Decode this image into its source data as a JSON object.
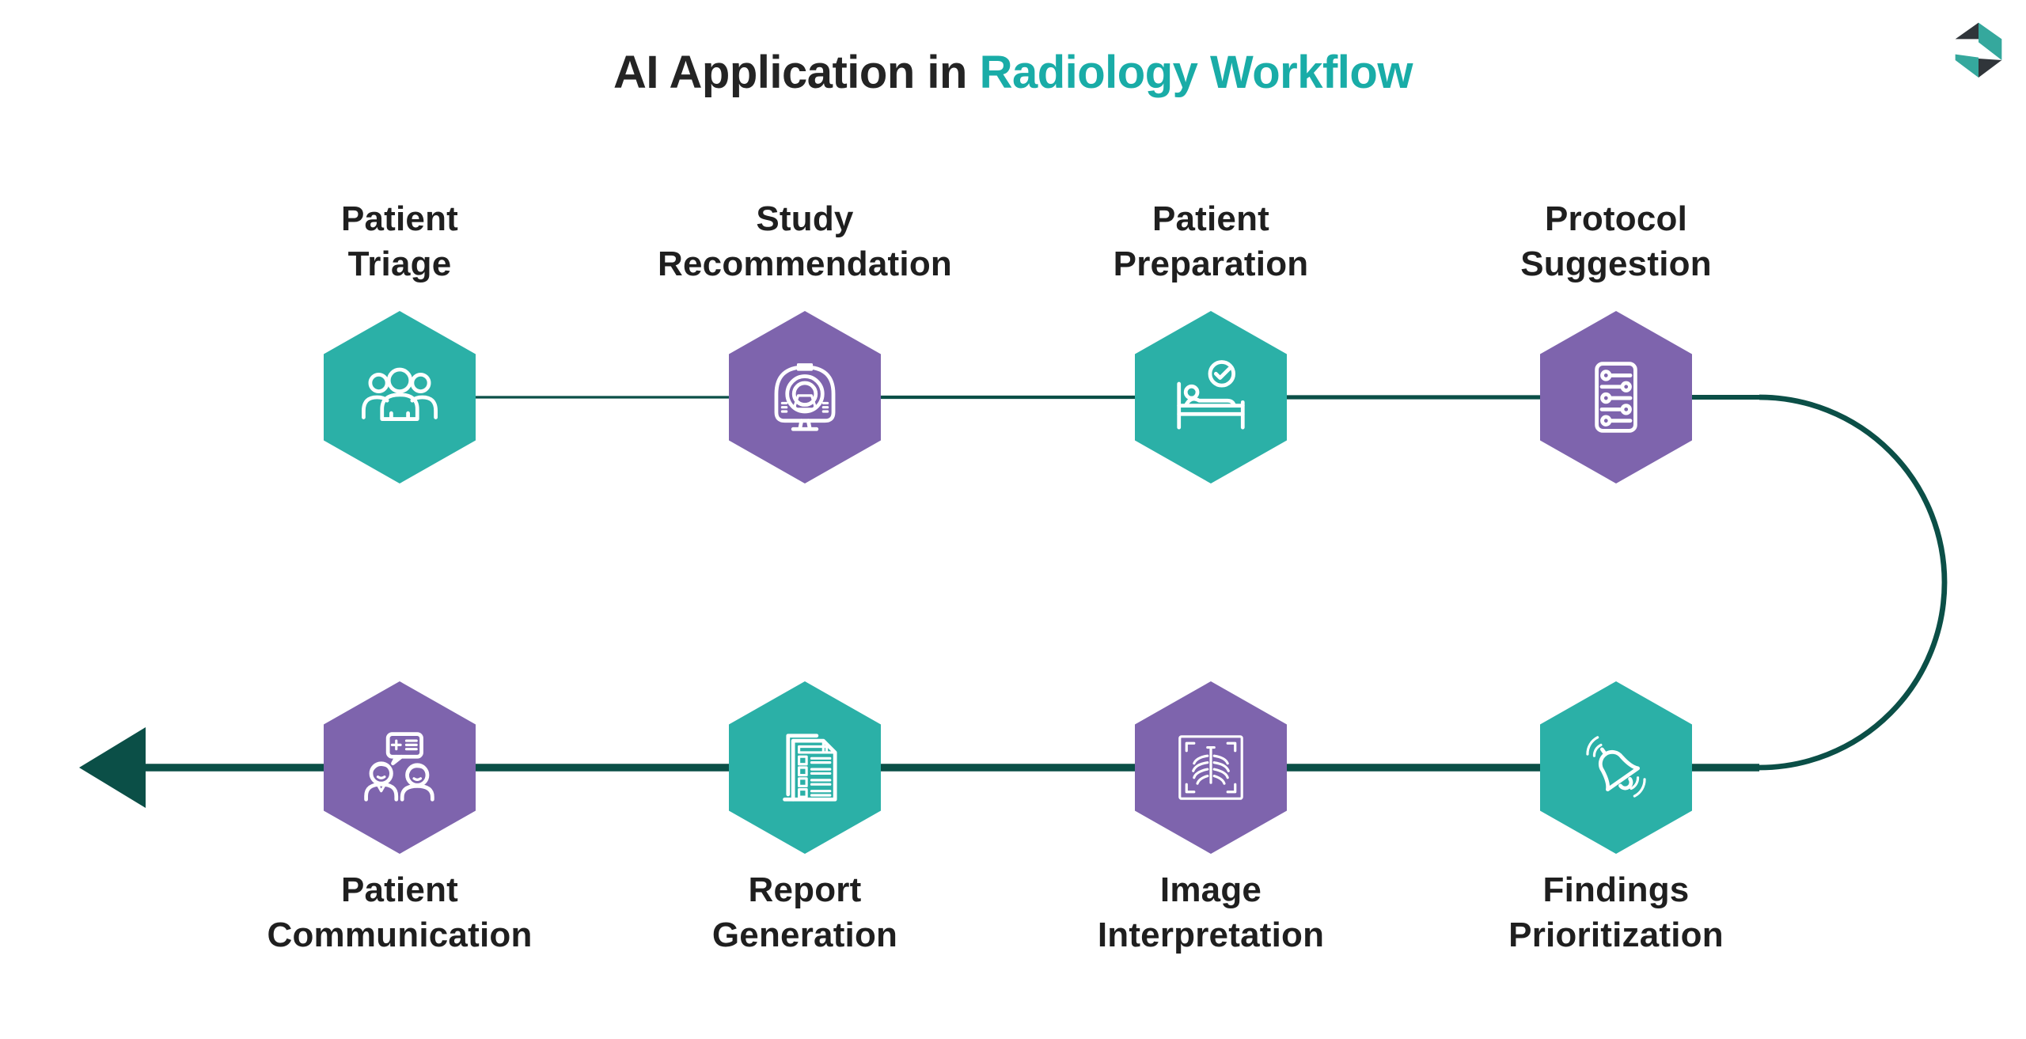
{
  "header": {
    "title_prefix": "AI Application in ",
    "title_highlight": "Radiology Workflow"
  },
  "colors": {
    "background": "#FFFFFF",
    "teal": "#2BB0A7",
    "purple": "#7E64AD",
    "line": "#0B4F47",
    "line_fade_start": "#DFE9E7",
    "line_fade_end": "#2A6A62",
    "title_dark": "#242424",
    "title_teal": "#19ACA7",
    "label": "#1F1F1F",
    "icon_stroke": "#FFFFFF",
    "logo_teal": "#35A89D",
    "logo_dark": "#30353A"
  },
  "workflow": {
    "flow_description": "top row left-to-right, U-turn on right, bottom row right-to-left ending in arrow",
    "top_row": [
      {
        "label_line1": "Patient",
        "label_line2": "Triage",
        "hex_color": "teal",
        "icon": "patients-group-icon"
      },
      {
        "label_line1": "Study",
        "label_line2": "Recommendation",
        "hex_color": "purple",
        "icon": "mri-scanner-icon"
      },
      {
        "label_line1": "Patient",
        "label_line2": "Preparation",
        "hex_color": "teal",
        "icon": "patient-bed-check-icon"
      },
      {
        "label_line1": "Protocol",
        "label_line2": "Suggestion",
        "hex_color": "purple",
        "icon": "protocol-settings-icon"
      }
    ],
    "bottom_row": [
      {
        "label_line1": "Patient",
        "label_line2": "Communication",
        "hex_color": "purple",
        "icon": "doctor-patient-chat-icon"
      },
      {
        "label_line1": "Report",
        "label_line2": "Generation",
        "hex_color": "teal",
        "icon": "report-document-icon"
      },
      {
        "label_line1": "Image",
        "label_line2": "Interpretation",
        "hex_color": "purple",
        "icon": "xray-chest-icon"
      },
      {
        "label_line1": "Findings",
        "label_line2": "Prioritization",
        "hex_color": "teal",
        "icon": "alert-bell-icon"
      }
    ]
  }
}
